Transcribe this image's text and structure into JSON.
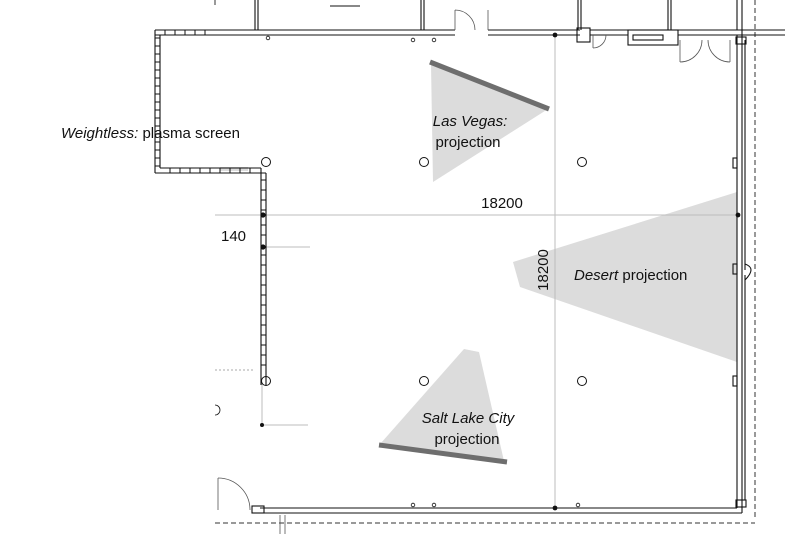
{
  "labels": {
    "weightless_italic": "Weightless:",
    "weightless_rest": "plasma screen",
    "las_vegas_italic": "Las Vegas:",
    "las_vegas_rest": "projection",
    "desert_italic": "Desert",
    "desert_rest": "projection",
    "salt_lake_italic": "Salt Lake City",
    "salt_lake_rest": "projection"
  },
  "dimensions": {
    "horizontal": "18200",
    "vertical": "18200",
    "small": "140"
  },
  "colors": {
    "projection_fill": "#dcdcdc",
    "screen_bar": "#6e6e6e",
    "wall": "#111111",
    "dim_line": "#bdbdbd"
  }
}
